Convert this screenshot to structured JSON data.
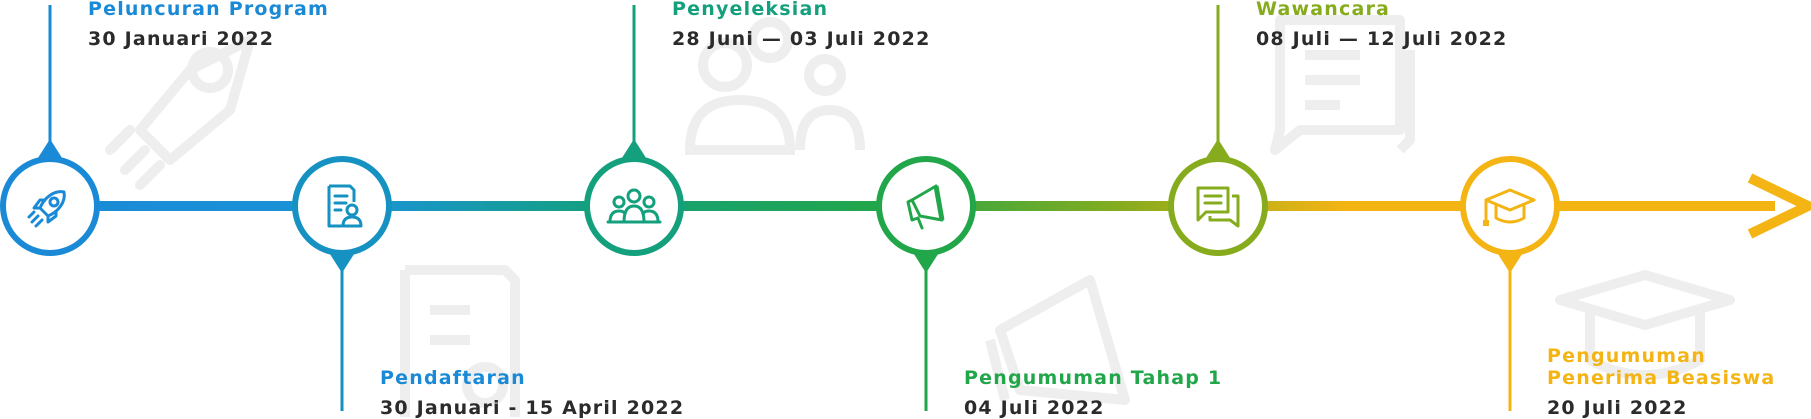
{
  "events": [
    {
      "title": "Peluncuran Program",
      "date": "30 Januari 2022",
      "icon": "rocket-icon"
    },
    {
      "title": "Pendaftaran",
      "date": "30 Januari  - 15 April 2022",
      "icon": "registration-form-icon"
    },
    {
      "title": "Penyeleksian",
      "date": "28 Juni — 03 Juli 2022",
      "icon": "group-icon"
    },
    {
      "title": "Pengumuman Tahap 1",
      "date": "04 Juli 2022",
      "icon": "megaphone-icon"
    },
    {
      "title": "Wawancara",
      "date": "08 Juli — 12 Juli 2022",
      "icon": "chat-icon"
    },
    {
      "title_lines": [
        "Pengumuman",
        "Penerima Beasiswa"
      ],
      "date": "20 Juli 2022",
      "icon": "graduation-cap-icon"
    }
  ],
  "colors": [
    "#1a8ad6",
    "#1592c2",
    "#14a07c",
    "#22a64a",
    "#86ac1e",
    "#f4b414"
  ]
}
